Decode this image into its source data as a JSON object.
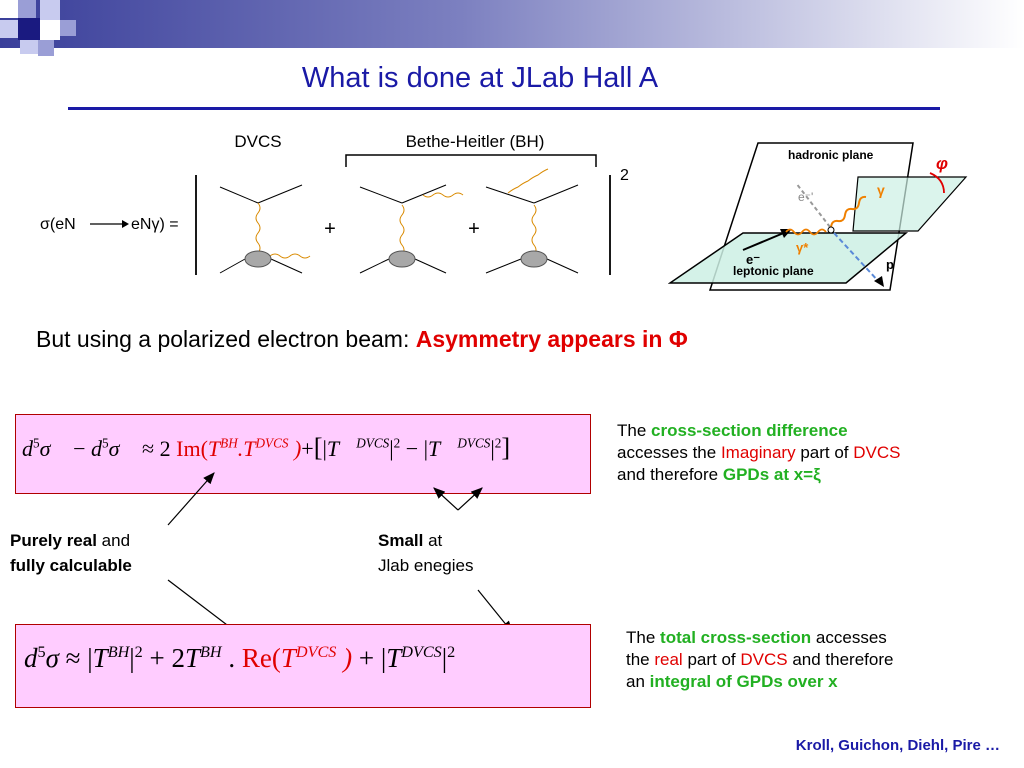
{
  "slide": {
    "title": "What is done at JLab Hall A",
    "diagram": {
      "dvcs_label": "DVCS",
      "bh_label": "Bethe-Heitler (BH)",
      "sigma_prefix": "σ(eN",
      "sigma_suffix": "eNγ) =",
      "plus": "+",
      "exponent": "2"
    },
    "planes": {
      "hadronic": "hadronic plane",
      "leptonic": "leptonic plane",
      "phi": "φ",
      "gamma": "γ",
      "gamma_star": "γ*",
      "e_in": "e⁻",
      "e_out": "e⁻'",
      "p": "p"
    },
    "subtitle": {
      "plain": "But using a polarized electron beam: ",
      "highlight": "Asymmetry appears in Φ"
    },
    "eq1_desc": {
      "p1": "The ",
      "h1": "cross-section difference",
      "p2": "accesses the ",
      "h2": "Imaginary",
      "p3": " part of ",
      "h3": "DVCS",
      "p4": "and therefore ",
      "h4": "GPDs at x=ξ"
    },
    "note_real": {
      "bold1": "Purely real",
      "plain1": " and",
      "bold2": "fully calculable"
    },
    "note_small": {
      "bold1": "Small",
      "plain1": " at",
      "plain2": "Jlab enegies"
    },
    "eq2_desc": {
      "p1": "The ",
      "h1": "total cross-section",
      "p2": " accesses",
      "p3": "the ",
      "h2": "real",
      "p4": " part of ",
      "h3": "DVCS",
      "p5": " and therefore",
      "p6": "an ",
      "h4": "integral of GPDs over x"
    },
    "credit": "Kroll, Guichon, Diehl, Pire …"
  },
  "colors": {
    "title": "#1a1aa6",
    "highlight_red": "#e00000",
    "highlight_green": "#22b022",
    "eq_box": "#ffccff"
  }
}
